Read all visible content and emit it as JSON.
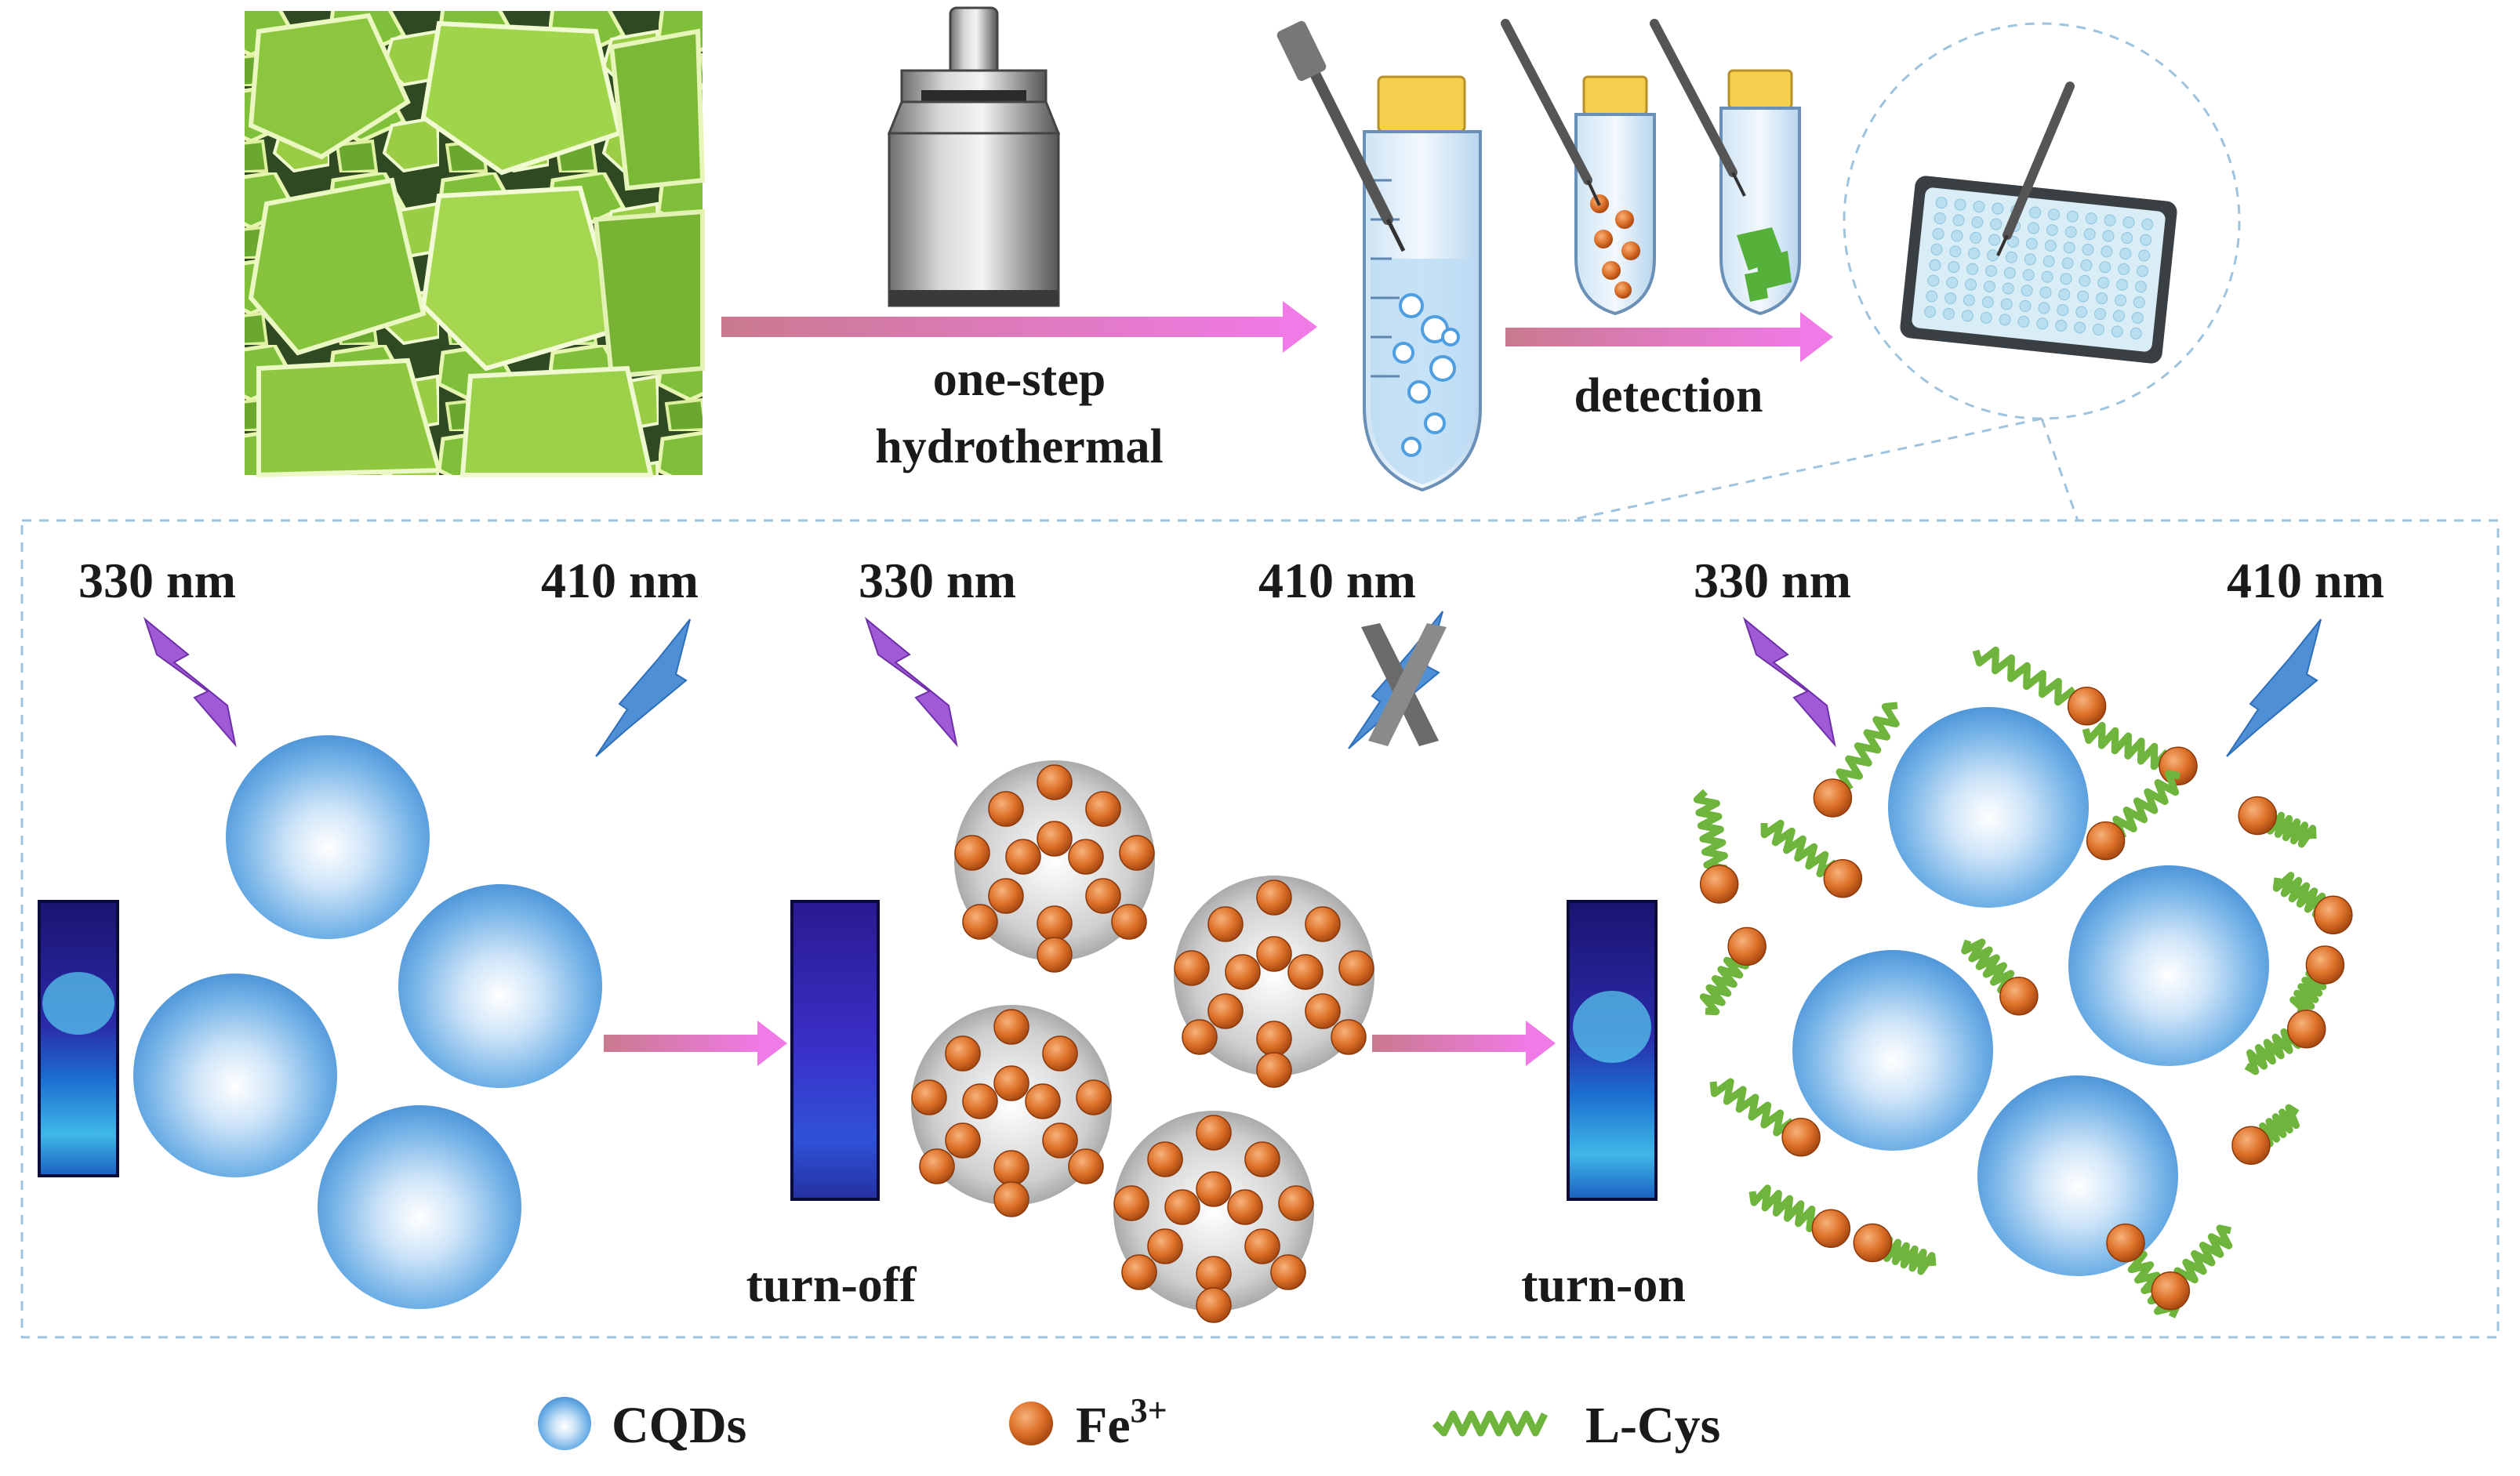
{
  "process": {
    "synthesis_label_line1": "one-step",
    "synthesis_label_line2": "hydrothermal",
    "detection_label": "detection"
  },
  "stages": {
    "excitation": "330 nm",
    "emission": "410 nm",
    "turn_off": "turn-off",
    "turn_on": "turn-on"
  },
  "legend": {
    "cqds": "CQDs",
    "fe_base": "Fe",
    "fe_superscript": "3+",
    "lcys": "L-Cys"
  },
  "colors": {
    "dashed_border": "#9ec3de",
    "arrow": "#e07ad8",
    "excitation_bolt": "#a05ad6",
    "emission_bolt": "#4f8fd6",
    "fe_ion": "#d9702a",
    "lcys_chain": "#6fb43c",
    "cqd": "#5fa3e0"
  }
}
